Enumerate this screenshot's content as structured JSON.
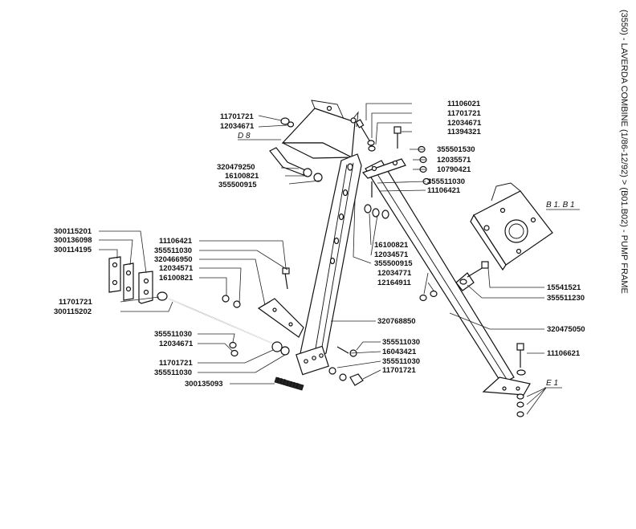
{
  "header": {
    "caption": "(3550) - LAVERDA COMBINE (1/86-12/92) > (B01.B02) - PUMP FRAME"
  },
  "refs": {
    "d8": "D 8",
    "b1b1": "B 1. B 1",
    "e1": "E 1"
  },
  "part_labels": {
    "p11701721_a": "11701721",
    "p12034671_a": "12034671",
    "p320479250": "320479250",
    "p16100821_a": "16100821",
    "p355500915_a": "355500915",
    "p11106021": "11106021",
    "p11701721_b": "11701721",
    "p12034671_b": "12034671",
    "p11394321": "11394321",
    "p355501530": "355501530",
    "p12035571": "12035571",
    "p10790421": "10790421",
    "p355511030_a": "355511030",
    "p11106421_a": "11106421",
    "p300115201": "300115201",
    "p300136098": "300136098",
    "p300114195": "300114195",
    "p11106421_b": "11106421",
    "p355511030_b": "355511030",
    "p320466950": "320466950",
    "p12034571_a": "12034571",
    "p16100821_b": "16100821",
    "p16100821_c": "16100821",
    "p12034571_b": "12034571",
    "p355500915_b": "355500915",
    "p12034771": "12034771",
    "p12164911": "12164911",
    "p15541521": "15541521",
    "p355511230": "355511230",
    "p11701721_c": "11701721",
    "p300115202": "300115202",
    "p320768850": "320768850",
    "p320475050": "320475050",
    "p355511030_c": "355511030",
    "p12034671_c": "12034671",
    "p355511030_d": "355511030",
    "p16043421": "16043421",
    "p11106621": "11106621",
    "p11701721_d": "11701721",
    "p355511030_e": "355511030",
    "p355511030_f": "355511030",
    "p11701721_e": "11701721",
    "p300135093": "300135093"
  }
}
